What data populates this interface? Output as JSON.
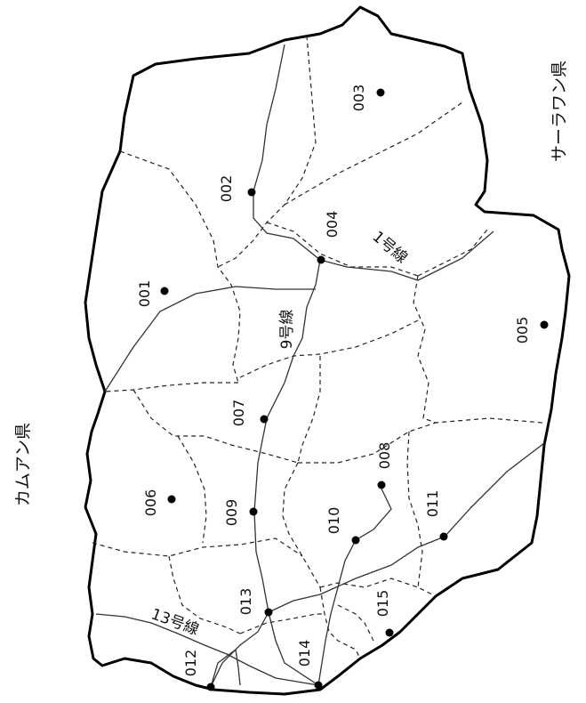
{
  "prefectures": {
    "east": "サーラワン県",
    "west": "カムアン県"
  },
  "routes": {
    "r1": "1号線",
    "r9": "9号線",
    "r13": "13号線"
  },
  "districts": [
    {
      "id": "001",
      "label": "001"
    },
    {
      "id": "002",
      "label": "002"
    },
    {
      "id": "003",
      "label": "003"
    },
    {
      "id": "004",
      "label": "004"
    },
    {
      "id": "005",
      "label": "005"
    },
    {
      "id": "006",
      "label": "006"
    },
    {
      "id": "007",
      "label": "007"
    },
    {
      "id": "008",
      "label": "008"
    },
    {
      "id": "009",
      "label": "009"
    },
    {
      "id": "010",
      "label": "010"
    },
    {
      "id": "011",
      "label": "011"
    },
    {
      "id": "012",
      "label": "012"
    },
    {
      "id": "013",
      "label": "013"
    },
    {
      "id": "014",
      "label": "014"
    },
    {
      "id": "015",
      "label": "015"
    }
  ]
}
